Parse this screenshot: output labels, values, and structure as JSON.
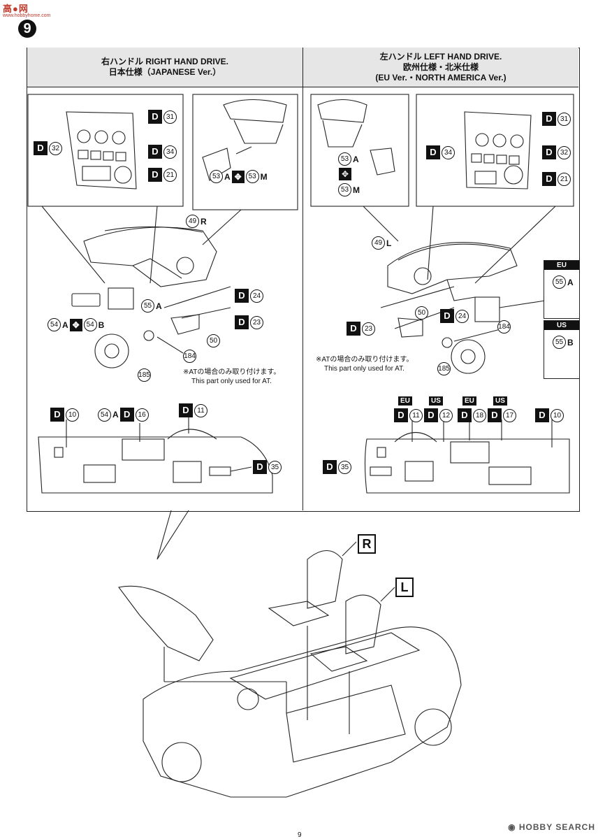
{
  "watermark": {
    "brand": "高●网",
    "url": "www.hobbyhome.com"
  },
  "step": {
    "number": "9"
  },
  "right_panel": {
    "title_line1": "右ハンドル RIGHT HAND DRIVE.",
    "title_line2": "日本仕様（JAPANESE Ver.）",
    "parts": {
      "d31": "31",
      "d32": "32",
      "d34": "34",
      "d21": "21",
      "p53a": "53",
      "p53a_suffix": "A",
      "p53m": "53",
      "p53m_suffix": "M",
      "p49": "49",
      "p49_suffix": "R",
      "d24": "24",
      "d23": "23",
      "p55": "55",
      "p55_suffix": "A",
      "p54a": "54",
      "p54a_suffix": "A",
      "p54b": "54",
      "p54b_suffix": "B",
      "p50": "50",
      "p184": "184",
      "p185": "185",
      "d10": "10",
      "d16": "16",
      "d11": "11",
      "d35": "35"
    },
    "note_jp": "※ATの場合のみ取り付けます。",
    "note_en": "This part only used for AT."
  },
  "left_panel": {
    "title_line1": "左ハンドル LEFT HAND DRIVE.",
    "title_line2": "欧州仕様・北米仕様",
    "title_line3": "(EU Ver.・NORTH AMERICA Ver.)",
    "parts": {
      "p53a": "53",
      "p53a_suffix": "A",
      "p53m": "53",
      "p53m_suffix": "M",
      "d31": "31",
      "d34": "34",
      "d32": "32",
      "d21": "21",
      "p49": "49",
      "p49_suffix": "L",
      "p50": "50",
      "d24": "24",
      "d23": "23",
      "p184": "184",
      "p185": "185",
      "eu_label": "EU",
      "us_label": "US",
      "p55a": "55",
      "p55a_suffix": "A",
      "p55b": "55",
      "p55b_suffix": "B",
      "d11": "11",
      "d12": "12",
      "d18": "18",
      "d17": "17",
      "d10": "10",
      "d35": "35"
    },
    "note_jp": "※ATの場合のみ取り付けます。",
    "note_en": "This part only used for AT."
  },
  "seats": {
    "r": "R",
    "l": "L"
  },
  "footer": {
    "brand": "HOBBY SEARCH",
    "page": "9"
  }
}
